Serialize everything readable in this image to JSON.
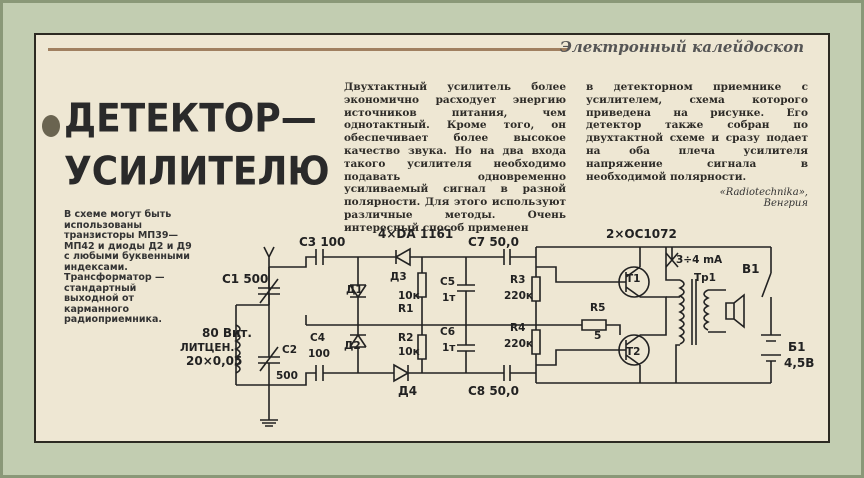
{
  "header": "Электронный калейдоскоп",
  "title_line1": "ДЕТЕКТОР—",
  "title_line2": "УСИЛИТЕЛЮ",
  "caption": "В схеме могут быть использованы транзисторы МП39—МП42 и диоды Д2 и Д9 с любыми буквенными индексами. Трансформатор — стандартный выходной от карманного радиоприемника.",
  "article_col1": "Двухтактный усилитель более экономично расходует энергию источников питания, чем однотактный. Кроме того, он обеспечивает более высокое качество звука. Но на два входа такого усилителя необходимо подавать одновременно усиливаемый сигнал в разной полярности. Для этого используют различные методы. Очень интересный способ применен",
  "article_col2": "в детекторном приемнике с усилителем, схема которого приведена на рисунке. Его детектор также собран по двухтактной схеме и сразу подает на оба плеча усилителя напряжение сигнала в необходимой полярности.",
  "source_name": "«Radiotechnika»,",
  "source_country": "Венгрия",
  "schematic": {
    "c3": "С3 100",
    "diodes_note": "4×DA 1161",
    "c7": "С7 50,0",
    "transistors_note": "2×OC1072",
    "c1": "С1 500",
    "d1": "Д1",
    "d3": "Д3",
    "r1_value": "10к",
    "r1": "R1",
    "c5": "С5",
    "c5_value": "1т",
    "r3": "R3",
    "r3_value": "220к",
    "t1": "Т1",
    "current": "3÷4 mA",
    "tr1": "Тр1",
    "b1": "В1",
    "coil_turns": "80 Вит.",
    "coil_wire": "ЛИТЦЕН.",
    "coil_spec": "20×0,05",
    "c4": "С4",
    "c4_value": "100",
    "d2": "Д2",
    "r2": "R2",
    "r2_value": "10к",
    "c6": "С6",
    "c6_value": "1т",
    "r4": "R4",
    "r4_value": "220к",
    "r5": "R5",
    "r5_value": "5",
    "t2": "Т2",
    "battery": "Б1",
    "battery_value": "4,5В",
    "c2": "С2",
    "c2_value": "500",
    "d4": "Д4",
    "c8": "С8  50,0"
  }
}
